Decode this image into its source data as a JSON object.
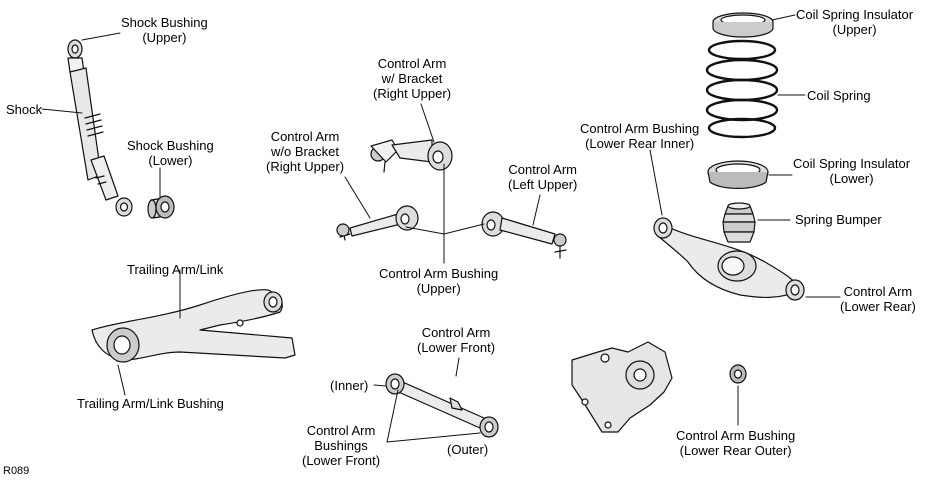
{
  "figure_id": "R089",
  "labels": {
    "shock_bushing_upper": [
      "Shock Bushing",
      "(Upper)"
    ],
    "shock": [
      "Shock"
    ],
    "shock_bushing_lower": [
      "Shock Bushing",
      "(Lower)"
    ],
    "control_arm_w_bracket": [
      "Control Arm",
      "w/ Bracket",
      "(Right Upper)"
    ],
    "control_arm_wo_bracket": [
      "Control Arm",
      "w/o Bracket",
      "(Right Upper)"
    ],
    "control_arm_left_upper": [
      "Control Arm",
      "(Left Upper)"
    ],
    "control_arm_bushing_upper": [
      "Control Arm Bushing",
      "(Upper)"
    ],
    "coil_spring_insulator_upper": [
      "Coil Spring Insulator",
      "(Upper)"
    ],
    "coil_spring": [
      "Coil Spring"
    ],
    "control_arm_bushing_lower_rear_inner": [
      "Control Arm Bushing",
      "(Lower Rear Inner)"
    ],
    "coil_spring_insulator_lower": [
      "Coil Spring Insulator",
      "(Lower)"
    ],
    "spring_bumper": [
      "Spring Bumper"
    ],
    "control_arm_lower_rear": [
      "Control Arm",
      "(Lower Rear)"
    ],
    "trailing_arm_link": [
      "Trailing Arm/Link"
    ],
    "trailing_arm_link_bushing": [
      "Trailing Arm/Link Bushing"
    ],
    "control_arm_lower_front": [
      "Control Arm",
      "(Lower Front)"
    ],
    "inner": [
      "(Inner)"
    ],
    "control_arm_bushings_lower_front": [
      "Control Arm",
      "Bushings",
      "(Lower Front)"
    ],
    "outer": [
      "(Outer)"
    ],
    "control_arm_bushing_lower_rear_outer": [
      "Control Arm Bushing",
      "(Lower Rear Outer)"
    ]
  }
}
